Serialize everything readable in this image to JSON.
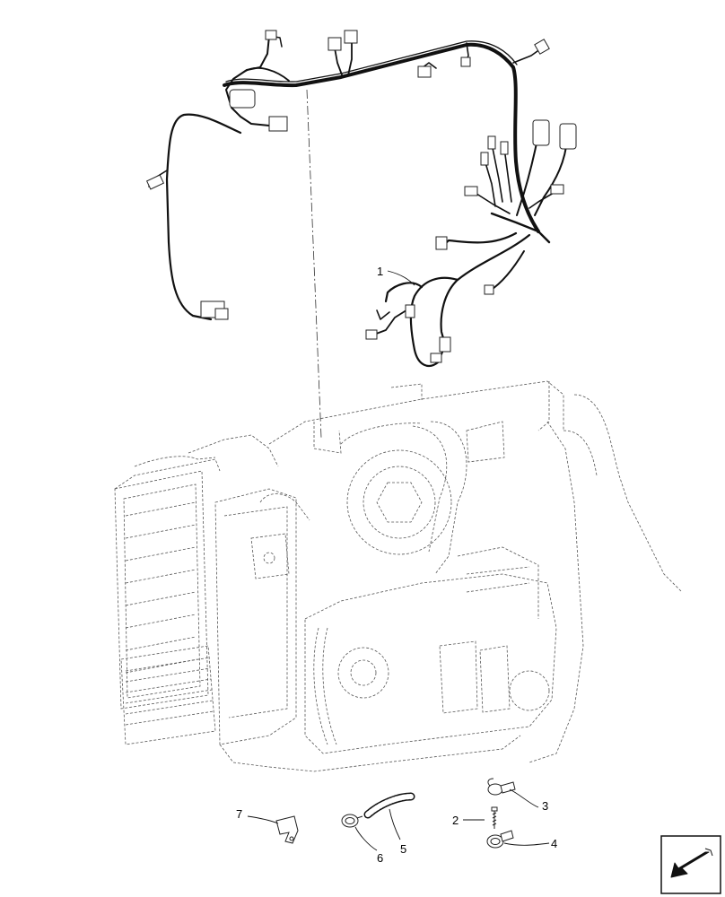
{
  "callouts": [
    {
      "id": "1",
      "label": "1",
      "part": "main-wiring-harness"
    },
    {
      "id": "2",
      "label": "2",
      "part": "bolt"
    },
    {
      "id": "3",
      "label": "3",
      "part": "p-clip-upper"
    },
    {
      "id": "4",
      "label": "4",
      "part": "p-clip-lower"
    },
    {
      "id": "5",
      "label": "5",
      "part": "corrugated-sleeve"
    },
    {
      "id": "6",
      "label": "6",
      "part": "hose-clamp"
    },
    {
      "id": "7",
      "label": "7",
      "part": "mounting-bracket"
    }
  ],
  "nav_icon": {
    "name": "arrow-navigation-icon"
  }
}
